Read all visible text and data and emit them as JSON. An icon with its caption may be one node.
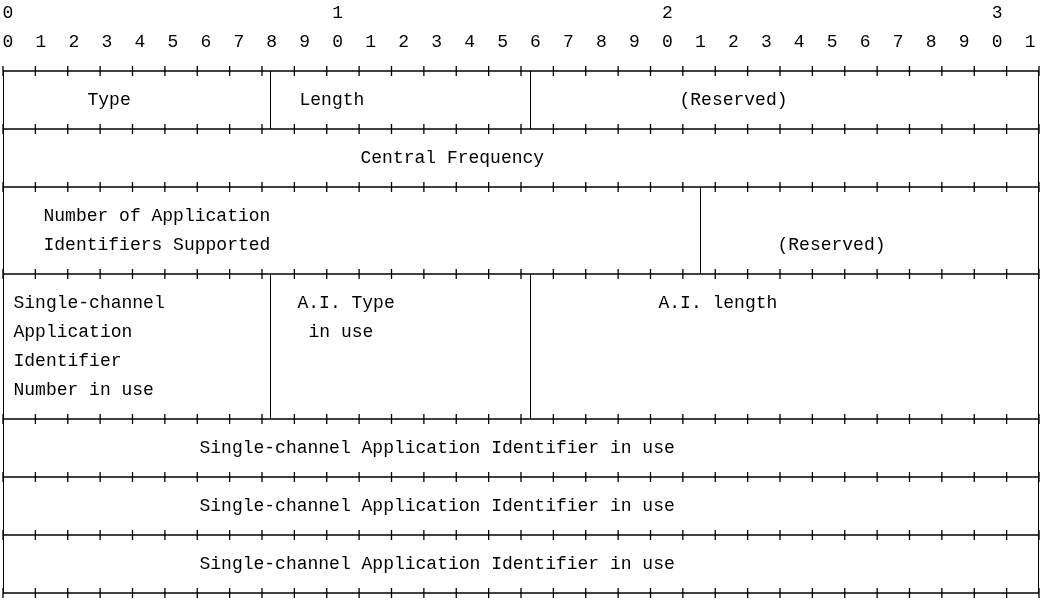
{
  "diagram": {
    "nodes": [
      {
        "text": [
          "Type"
        ]
      },
      {
        "text": [
          "Length"
        ]
      },
      {
        "text": [
          "(Reserved)"
        ]
      },
      {
        "text": [
          "Central Frequency"
        ]
      },
      {
        "text": [
          "Number of Application Identifiers Supported"
        ]
      },
      {
        "text": [
          "(Reserved)"
        ]
      },
      {
        "text": [
          "Single-channel Application Identifier Number in use"
        ]
      },
      {
        "text": [
          "A.I. Type in use"
        ]
      },
      {
        "text": [
          "A.I. length"
        ]
      },
      {
        "text": [
          "Single-channel Application Identifier in use"
        ]
      },
      {
        "text": [
          "Single-channel Application Identifier in use"
        ]
      },
      {
        "text": [
          "Single-channel Application Identifier in use"
        ]
      }
    ],
    "labels": [
      "0",
      "1",
      "2",
      "3",
      "0",
      "1",
      "2",
      "3",
      "4",
      "5",
      "6",
      "7",
      "8",
      "9",
      "0",
      "1",
      "2",
      "3",
      "4",
      "5",
      "6",
      "7",
      "8",
      "9",
      "0",
      "1",
      "2",
      "3",
      "4",
      "5",
      "6",
      "7",
      "8",
      "9",
      "0",
      "1"
    ]
  }
}
